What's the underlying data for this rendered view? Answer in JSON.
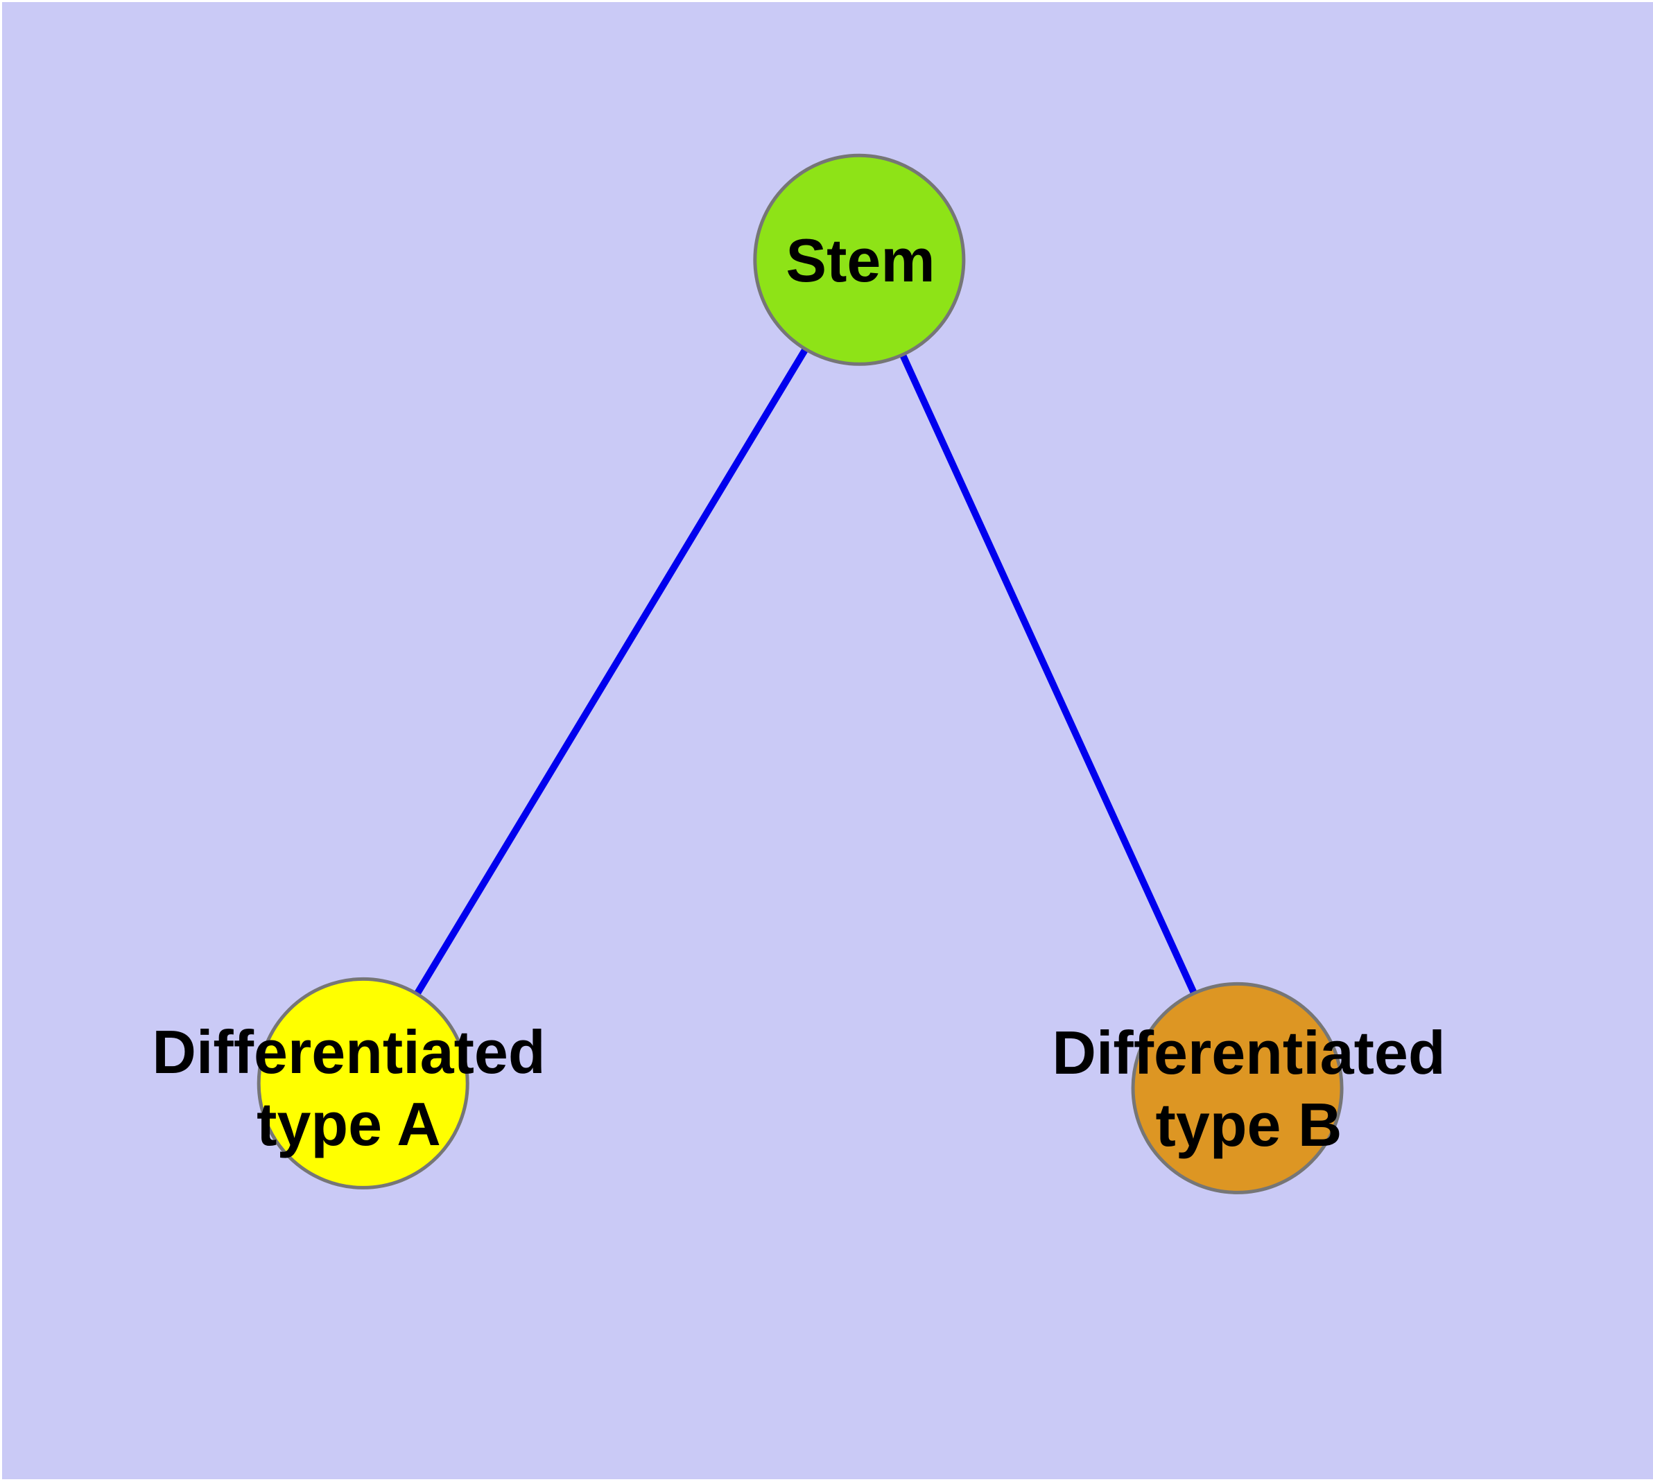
{
  "diagram": {
    "background_color": "#cacaf6",
    "window_border_color": "#ffffff",
    "edge_color": "#0000ee",
    "node_border_color": "#767676",
    "text_color": "#000000",
    "nodes": [
      {
        "id": "stem",
        "label": "Stem",
        "lines": [
          "Stem"
        ],
        "fill_color": "#8ee317"
      },
      {
        "id": "differentiated-type-a",
        "label": "Differentiated type A",
        "lines": [
          "Differentiated",
          "type A"
        ],
        "fill_color": "#ffff00"
      },
      {
        "id": "differentiated-type-b",
        "label": "Differentiated type B",
        "lines": [
          "Differentiated",
          "type B"
        ],
        "fill_color": "#dd9623"
      }
    ],
    "edges": [
      {
        "from": "stem",
        "to": "differentiated-type-a"
      },
      {
        "from": "stem",
        "to": "differentiated-type-b"
      }
    ]
  }
}
